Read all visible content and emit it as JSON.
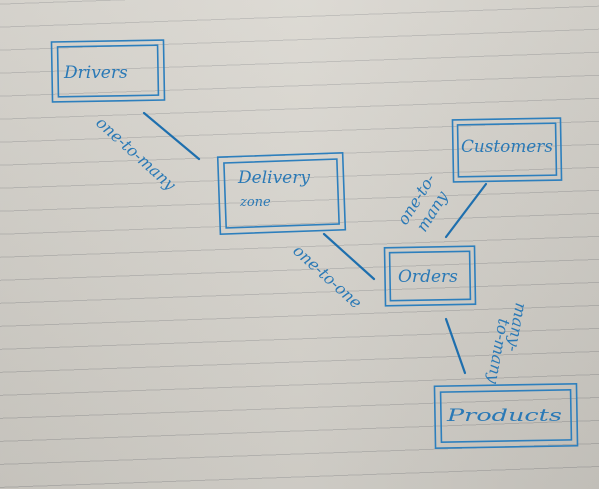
{
  "entities": {
    "drivers": {
      "label": "Drivers"
    },
    "delivery_zone": {
      "label_line1": "Delivery",
      "label_line2": "zone"
    },
    "customers": {
      "label": "Customers"
    },
    "orders": {
      "label": "Orders"
    },
    "products": {
      "label": "Products"
    }
  },
  "relationships": {
    "drivers_delivery_zone": "one-to-many",
    "delivery_zone_orders": "one-to-one",
    "customers_orders_line1": "one-to-",
    "customers_orders_line2": "many",
    "orders_products_line1": "many-",
    "orders_products_line2": "to-many"
  },
  "colors": {
    "ink": "#2a79b6",
    "paper": "#d8d5ce"
  }
}
